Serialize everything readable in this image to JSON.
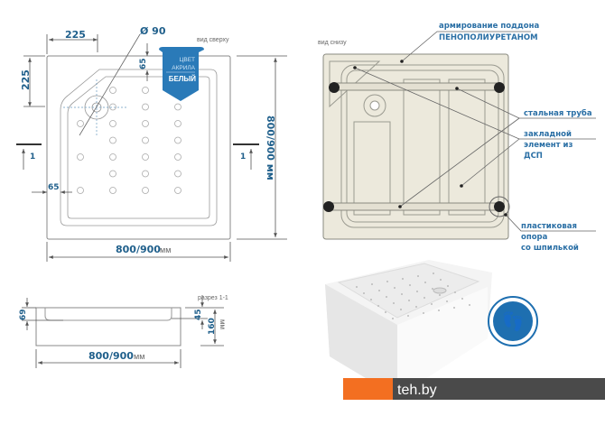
{
  "top_view": {
    "caption": "вид сверху",
    "dim_corner_width": "225",
    "dim_corner_height": "225",
    "dim_drain_diameter": "Ø 90",
    "dim_rim_top": "65",
    "dim_rim_side": "65",
    "dim_width": "800/900",
    "dim_height": "800/900 мм",
    "unit": "мм",
    "section_mark": "1",
    "badge": {
      "line1": "ЦВЕТ",
      "line2": "АКРИЛА",
      "line3": "БЕЛЫЙ",
      "color": "#2a7ab8"
    }
  },
  "bottom_view": {
    "caption": "вид снизу",
    "label_reinforcement_1": "армирование поддона",
    "label_reinforcement_2": "ПЕНОПОЛИУРЕТАНОМ",
    "label_steel_pipe": "стальная труба",
    "label_insert_1": "закладной",
    "label_insert_2": "элемент из",
    "label_insert_3": "ДСП",
    "label_support_1": "пластиковая",
    "label_support_2": "опора",
    "label_support_3": "со шпилькой"
  },
  "section_view": {
    "caption": "разрез 1-1",
    "dim_depth": "69",
    "dim_inner": "45",
    "dim_height": "160",
    "dim_height_unit": "мм",
    "dim_width": "800/900",
    "unit": "мм"
  },
  "logo": {
    "text": "teh.by",
    "orange": "#f36f21",
    "gray": "#4a4a4a"
  },
  "colors": {
    "accent": "#1f5f8b",
    "foam": "#ece9dc"
  }
}
